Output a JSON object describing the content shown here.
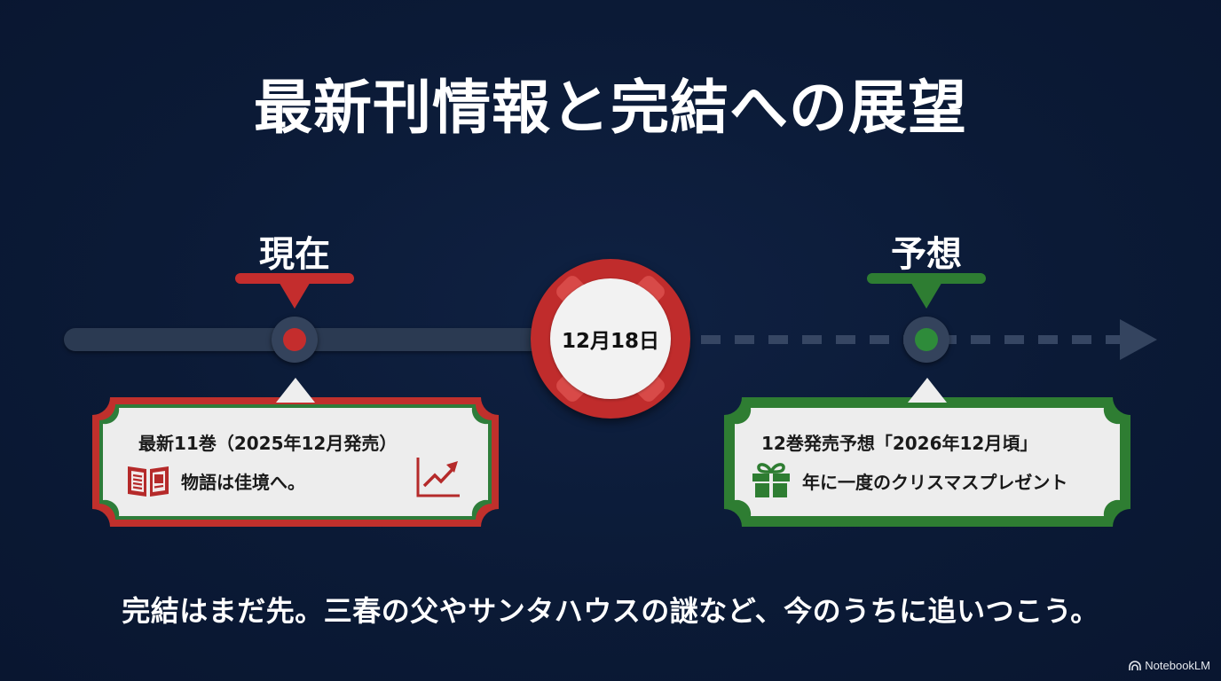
{
  "title": "最新刊情報と完結への展望",
  "timeline": {
    "current": {
      "label": "現在",
      "color": "#c42d2d",
      "card": {
        "heading": "最新11巻（2025年12月発売）",
        "body": "物語は佳境へ。",
        "left_icon": "open-book-icon",
        "right_icon": "trending-up-chart-icon",
        "border_color": "#c0302c",
        "inner_border_color": "#2e7d3a"
      }
    },
    "center_date": {
      "label": "12月18日",
      "ring_color": "#c02c2c"
    },
    "forecast": {
      "label": "予想",
      "color": "#2e7d32",
      "card": {
        "heading": "12巻発売予想「2026年12月頃」",
        "body": "年に一度のクリスマスプレゼント",
        "left_icon": "gift-icon",
        "border_color": "#2e7d32"
      }
    },
    "track_color": "#2b3a52",
    "end_icon": "arrow-right-icon"
  },
  "footer": {
    "message": "完結はまだ先。三春の父やサンタハウスの謎など、今のうちに追いつこう。"
  },
  "brand": {
    "icon": "notebooklm-logo-icon",
    "name": "NotebookLM"
  },
  "colors": {
    "background": "#0b1a36",
    "red_accent": "#c42d2d",
    "green_accent": "#2e7d32",
    "card_bg": "#eeeeee"
  }
}
